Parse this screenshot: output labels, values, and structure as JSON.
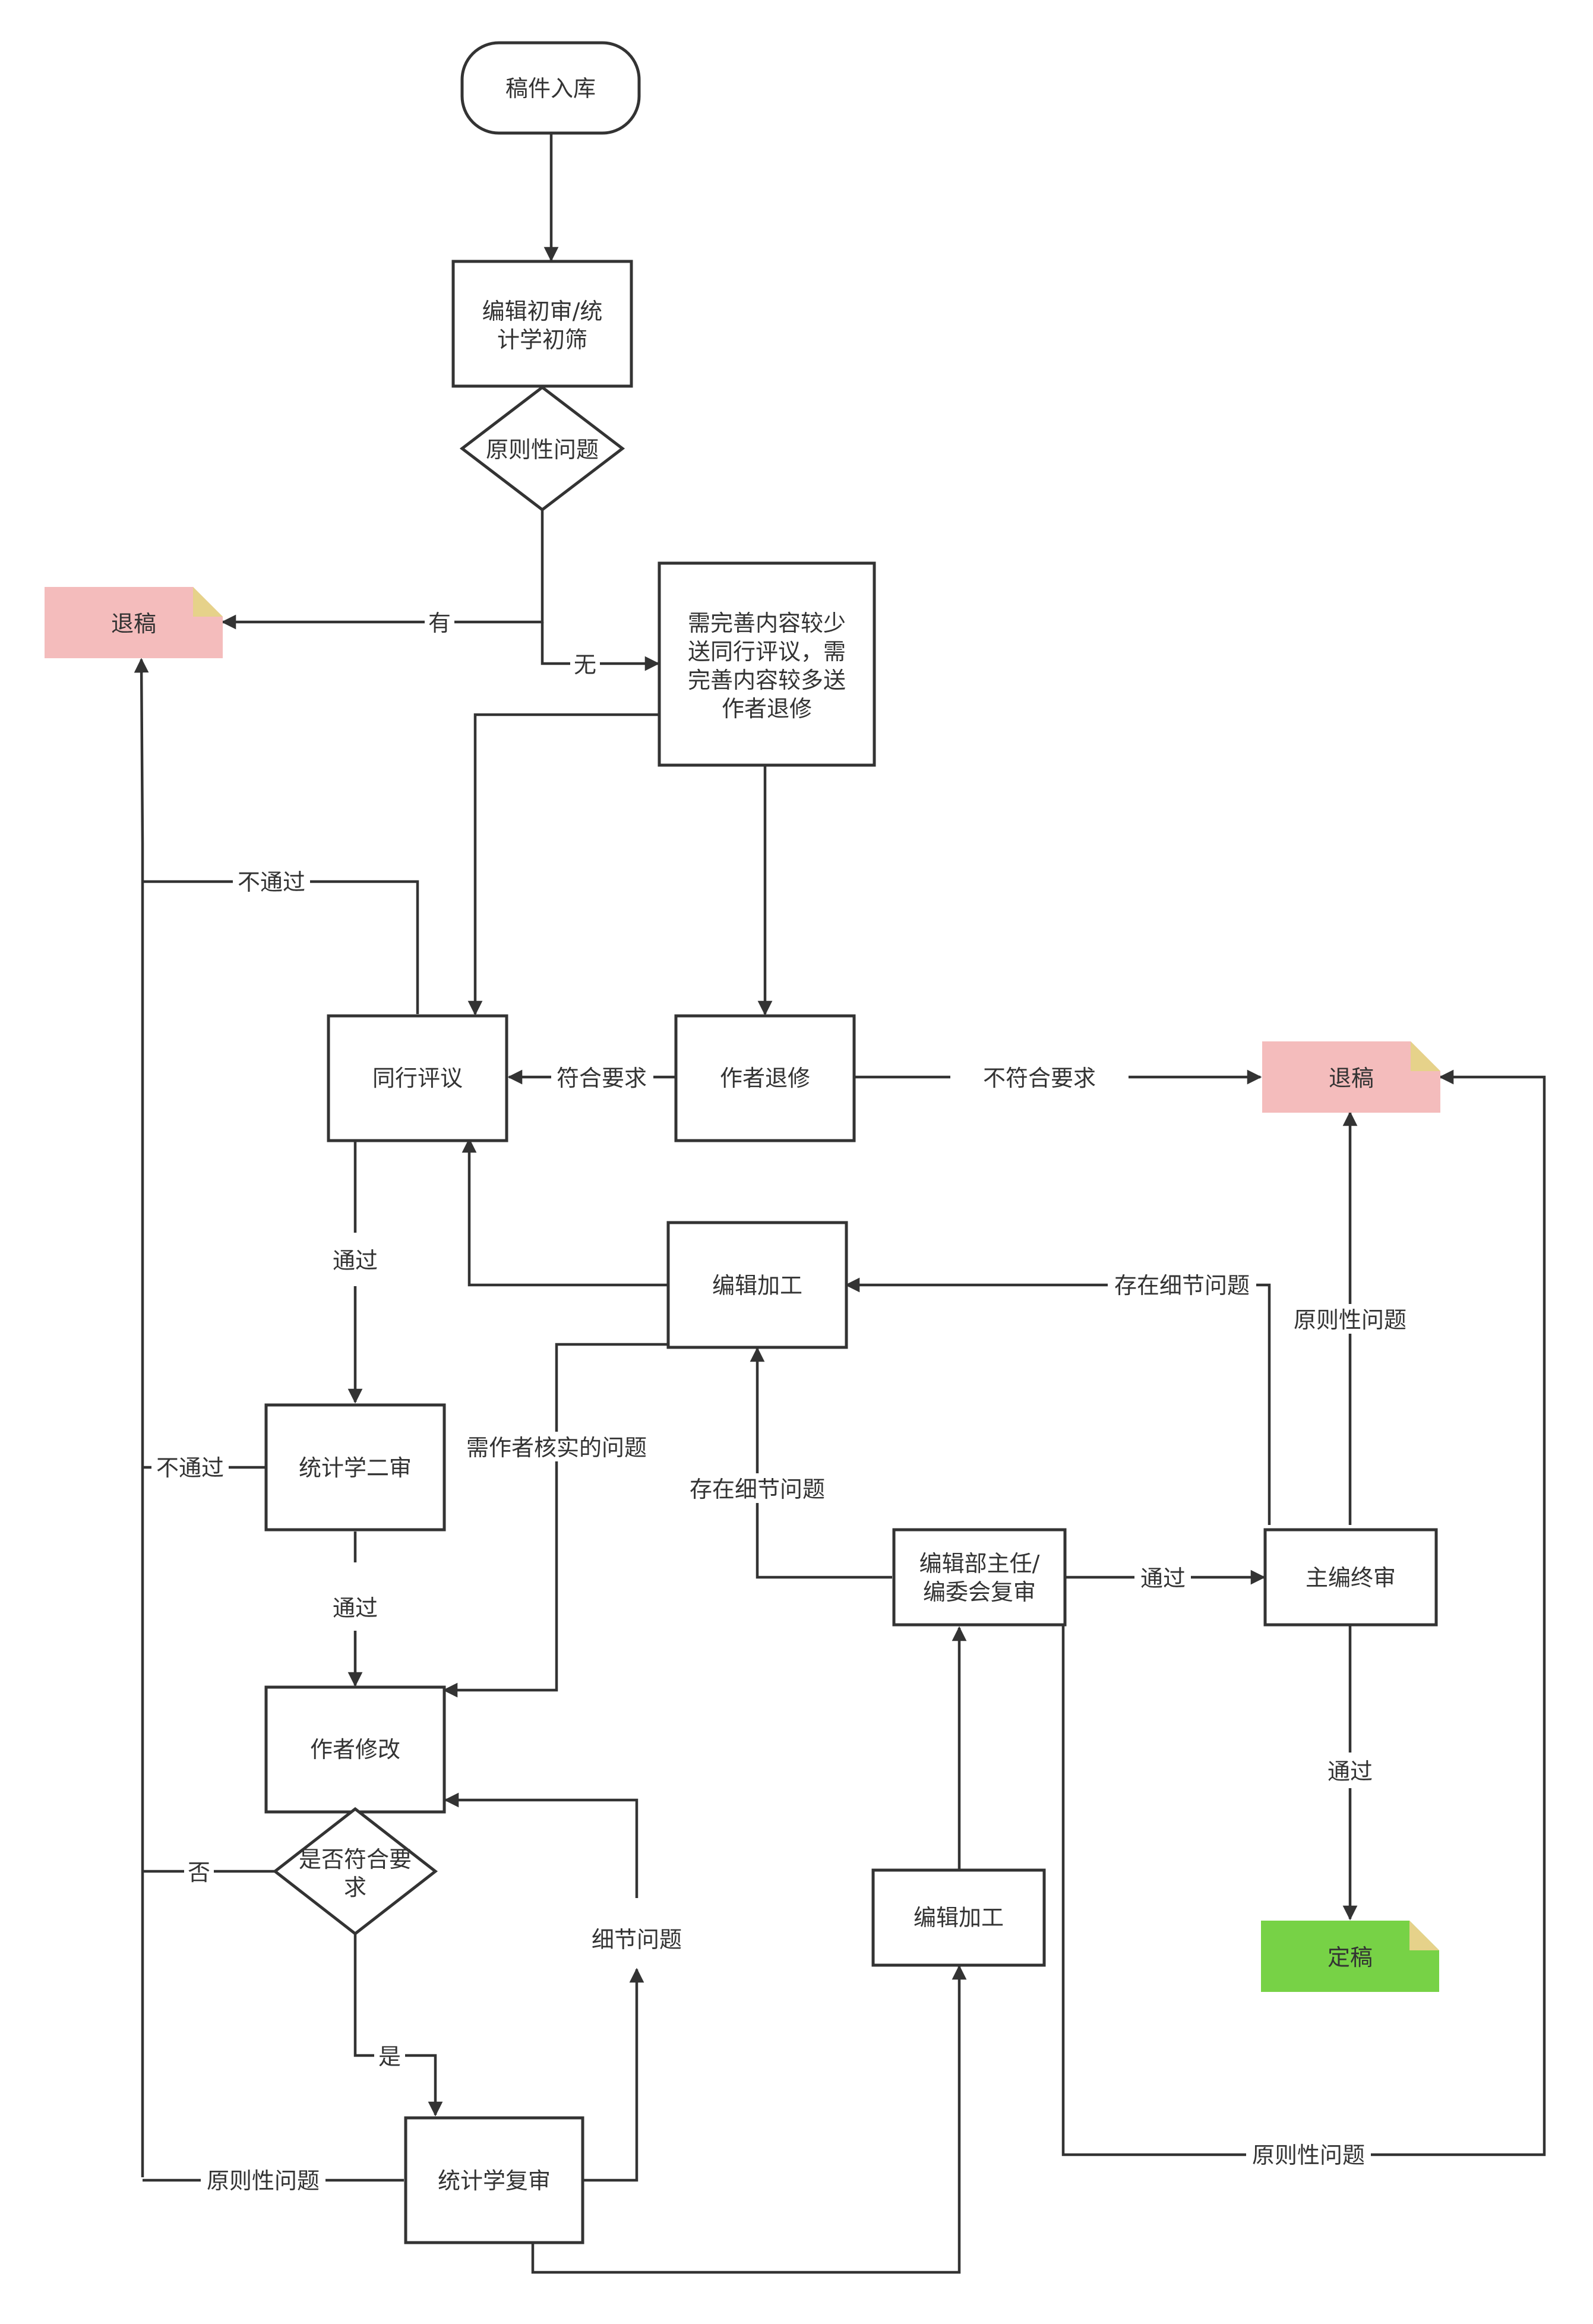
{
  "colors": {
    "stroke": "#333333",
    "note_reject": "#f4bcbc",
    "note_accept": "#77d246",
    "note_corner": "#e6d28a"
  },
  "nodes": {
    "manuscript_in": "稿件入库",
    "editor_initial_review": [
      "编辑初审/统",
      "计学初筛"
    ],
    "principle_issue_1": "原则性问题",
    "reject_left": "退稿",
    "route_decision": [
      "需完善内容较少",
      "送同行评议，需",
      "完善内容较多送",
      "作者退修"
    ],
    "peer_review": "同行评议",
    "author_revision_1": "作者退修",
    "reject_right": "退稿",
    "editing_1": "编辑加工",
    "stat_second_review": "统计学二审",
    "dept_head_review": [
      "编辑部主任/",
      "编委会复审"
    ],
    "chief_final_review": "主编终审",
    "author_revise_2": "作者修改",
    "meets_requirement": [
      "是否符合要",
      "求"
    ],
    "editing_2": "编辑加工",
    "final_accept": "定稿",
    "stat_recheck": "统计学复审"
  },
  "edge_labels": {
    "yes_has": "有",
    "none": "无",
    "not_pass_1": "不通过",
    "meets_req": "符合要求",
    "not_meets_req": "不符合要求",
    "pass_1": "通过",
    "detail_issue_1": "存在细节问题",
    "principle_issue_2": "原则性问题",
    "author_verify": "需作者核实的问题",
    "not_pass_2": "不通过",
    "detail_issue_2": "存在细节问题",
    "pass_2": "通过",
    "pass_3": "通过",
    "pass_4": "通过",
    "no": "否",
    "detail_issue_3": "细节问题",
    "yes": "是",
    "principle_issue_3": "原则性问题",
    "principle_issue_4": "原则性问题"
  }
}
